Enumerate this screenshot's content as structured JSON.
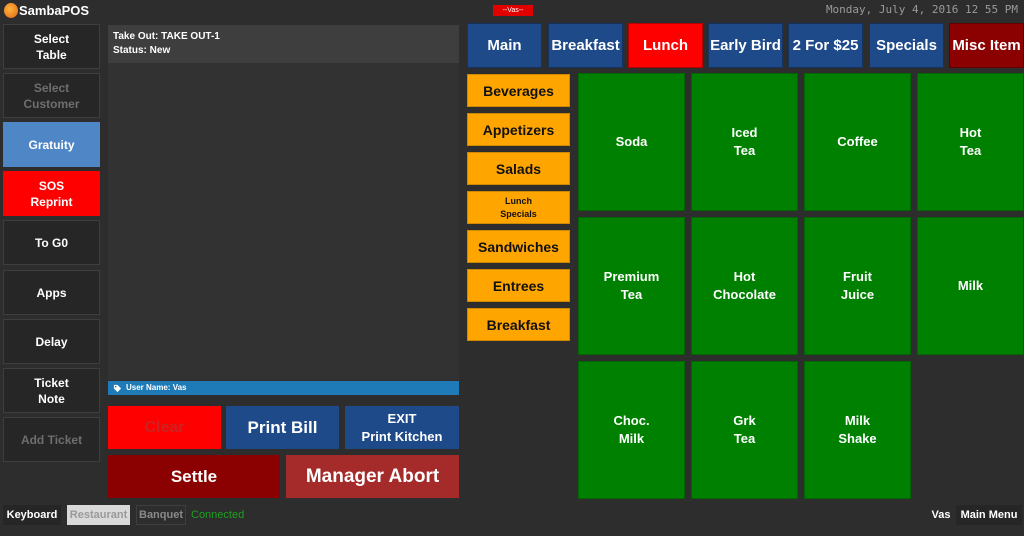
{
  "app": {
    "title": "SambaPOS",
    "user_tag": "--Vas--",
    "datetime": "Monday, July 4, 2016 12 55 PM"
  },
  "commands": [
    {
      "label": "Select\nTable",
      "style": "normal"
    },
    {
      "label": "Select\nCustomer",
      "style": "disabled"
    },
    {
      "label": "Gratuity",
      "style": "blue"
    },
    {
      "label": "SOS\nReprint",
      "style": "red"
    },
    {
      "label": "To G0",
      "style": "normal"
    },
    {
      "label": "Apps",
      "style": "normal"
    },
    {
      "label": "Delay",
      "style": "normal"
    },
    {
      "label": "Ticket\nNote",
      "style": "normal"
    },
    {
      "label": "Add Ticket",
      "style": "disabled"
    }
  ],
  "ticket": {
    "type_line": "Take Out: TAKE OUT-1",
    "status_line": "Status: New",
    "user_line": "User Name: Vas"
  },
  "ticket_buttons": {
    "clear": "Clear",
    "print_bill": "Print Bill",
    "exit_print": "EXIT\nPrint Kitchen",
    "settle": "Settle",
    "manager_abort": "Manager Abort"
  },
  "categories": [
    {
      "label": "Main",
      "color": "#1e4a8a"
    },
    {
      "label": "Breakfast",
      "color": "#1e4a8a"
    },
    {
      "label": "Lunch",
      "color": "#ff0000"
    },
    {
      "label": "Early Bird",
      "color": "#1e4a8a"
    },
    {
      "label": "2 For $25",
      "color": "#1e4a8a"
    },
    {
      "label": "Specials",
      "color": "#1e4a8a"
    },
    {
      "label": "Misc Item",
      "color": "#8b0000"
    }
  ],
  "groups": [
    {
      "label": "Beverages"
    },
    {
      "label": "Appetizers"
    },
    {
      "label": "Salads"
    },
    {
      "label": "Lunch\nSpecials"
    },
    {
      "label": "Sandwiches"
    },
    {
      "label": "Entrees"
    },
    {
      "label": "Breakfast"
    }
  ],
  "items": [
    {
      "label": "Soda"
    },
    {
      "label": "Iced\nTea"
    },
    {
      "label": "Coffee"
    },
    {
      "label": "Hot\nTea"
    },
    {
      "label": "Premium\nTea"
    },
    {
      "label": "Hot\nChocolate"
    },
    {
      "label": "Fruit\nJuice"
    },
    {
      "label": "Milk"
    },
    {
      "label": "Choc.\nMilk"
    },
    {
      "label": "Grk\nTea"
    },
    {
      "label": "Milk\nShake"
    }
  ],
  "footer": {
    "keyboard": "Keyboard",
    "restaurant": "Restaurant",
    "banquet": "Banquet",
    "connection": "Connected",
    "user": "Vas",
    "main_menu": "Main Menu"
  },
  "colors": {
    "item_green": "#008000",
    "group_orange": "#ffa500",
    "blue_button": "#1e4a8a",
    "connected_green": "#1ea01e"
  }
}
